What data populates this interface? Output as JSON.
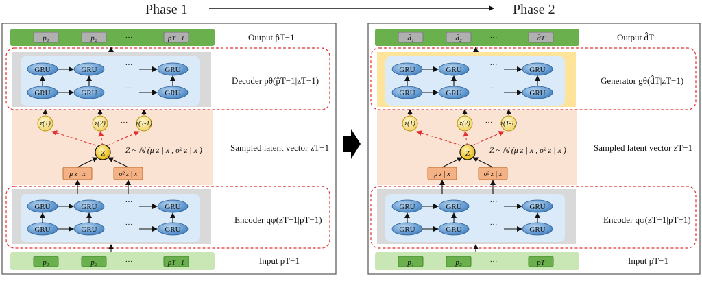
{
  "phases": {
    "phase1": "Phase 1",
    "phase2": "Phase 2"
  },
  "colors": {
    "panel_border": "#555555",
    "output_bar": "#6ab04c",
    "input_bar": "#c9e7b5",
    "latent_bg": "#fbe3d3",
    "decoder_bg": "#d9d9d9",
    "generator_bg": "#fde49a",
    "gru_fill": "#5b9bd5",
    "z_fill": "#f5c518",
    "mu_fill": "#f4b183",
    "dashed_red": "#e03030"
  },
  "common": {
    "gru": "GRU",
    "ellipsis": "···",
    "z": "Z",
    "z_nodes": [
      "z(1)",
      "z(2)",
      "z(T-1)"
    ],
    "mu": "μ z | x",
    "sigma": "σ² z | x",
    "dist_formula": "Z ~ ℕ (μ z | x , σ² z | x )"
  },
  "left": {
    "outputs": [
      "p̂₁",
      "p̂₂",
      "p̂T−1"
    ],
    "inputs": [
      "p₁",
      "p₂",
      "pT−1"
    ],
    "labels": {
      "output": "Output  p̂T−1",
      "decoder": "Decoder  pθ(p̂T−1|zT−1)",
      "latent": "Sampled latent vector  zT−1",
      "encoder": "Encoder qφ(zT−1|pT−1)",
      "input": "Input  pT−1"
    }
  },
  "right": {
    "outputs": [
      "d̂₁",
      "d̂₂",
      "d̂T"
    ],
    "inputs": [
      "p₁",
      "p₂",
      "pT"
    ],
    "labels": {
      "output": "Output  d̂T",
      "generator": "Generator gθ(d̂T|zT−1)",
      "latent": "Sampled latent vector  zT−1",
      "encoder": "Encoder  qφ(zT−1|pT−1)",
      "input": "Input  pT−1"
    }
  }
}
